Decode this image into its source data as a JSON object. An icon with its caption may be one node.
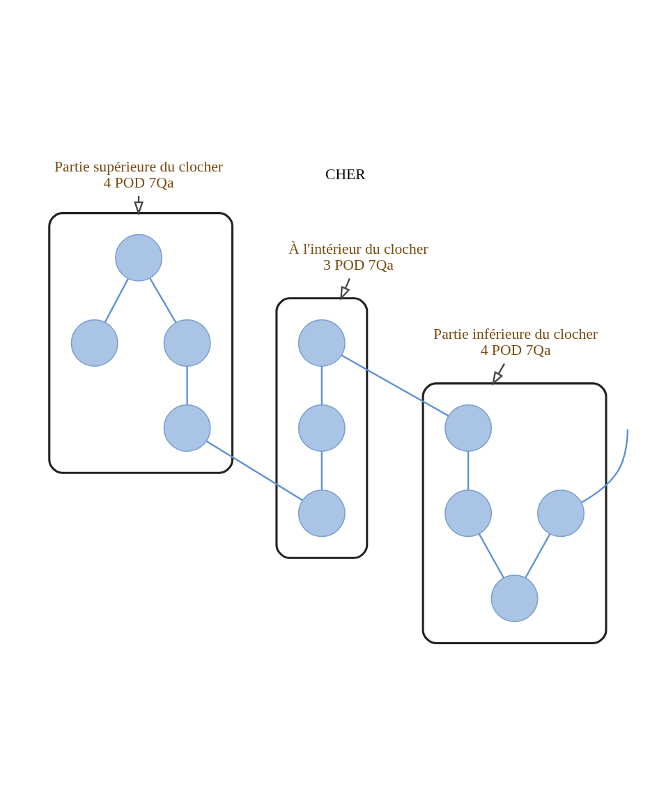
{
  "diagram": {
    "nodes": [
      {
        "text": [
          "Partie supérieure du clocher",
          "4 POD 7Qa"
        ]
      },
      {
        "text": [],
        "shape": "ellipse"
      },
      {
        "text": [],
        "shape": "circle",
        "in": 1
      },
      {
        "text": [],
        "shape": "circle",
        "in": 1
      },
      {
        "text": [],
        "shape": "circle",
        "in": 1
      },
      {
        "text": [],
        "shape": "circle",
        "in": 1
      },
      {
        "text": [
          "À l'intérieur du clocher",
          "3 POD 7Qa"
        ]
      },
      {
        "text": [],
        "shape": "ellipse"
      },
      {
        "text": [],
        "shape": "circle",
        "in": 7
      },
      {
        "text": [],
        "shape": "circle",
        "in": 7
      },
      {
        "text": [],
        "shape": "circle",
        "in": 7
      },
      {
        "text": [
          "Partie inférieure du clocher",
          "4 POD 7Qa"
        ]
      },
      {
        "text": [],
        "shape": "ellipse"
      },
      {
        "text": [],
        "shape": "circle",
        "in": 12
      },
      {
        "text": [],
        "shape": "circle",
        "in": 12
      },
      {
        "text": [],
        "shape": "circle",
        "in": 12
      },
      {
        "text": [],
        "shape": "circle",
        "in": 12
      }
    ],
    "edges": [
      {
        "from": 0,
        "to": 1,
        "arrow": "to",
        "color": "#444444"
      },
      {
        "from": 2,
        "to": 3,
        "arrow": "none"
      },
      {
        "from": 2,
        "to": 4,
        "arrow": "none"
      },
      {
        "from": 4,
        "to": 5,
        "arrow": "none"
      },
      {
        "from": 5,
        "to": 10,
        "arrow": "none"
      },
      {
        "from": 6,
        "to": 7,
        "arrow": "to",
        "color": "#444444"
      },
      {
        "from": 8,
        "to": 9,
        "arrow": "none"
      },
      {
        "from": 9,
        "to": 10,
        "arrow": "none"
      },
      {
        "from": 8,
        "to": 13,
        "arrow": "none"
      },
      {
        "from": 11,
        "to": 12,
        "arrow": "to",
        "color": "#444444"
      },
      {
        "from": 13,
        "to": 14,
        "arrow": "none"
      },
      {
        "from": 14,
        "to": 16,
        "arrow": "none"
      },
      {
        "from": 15,
        "to": 16,
        "arrow": "none"
      },
      {
        "from": null,
        "to": 15,
        "arrow": "none"
      }
    ],
    "labels": [
      "CHER"
    ]
  }
}
